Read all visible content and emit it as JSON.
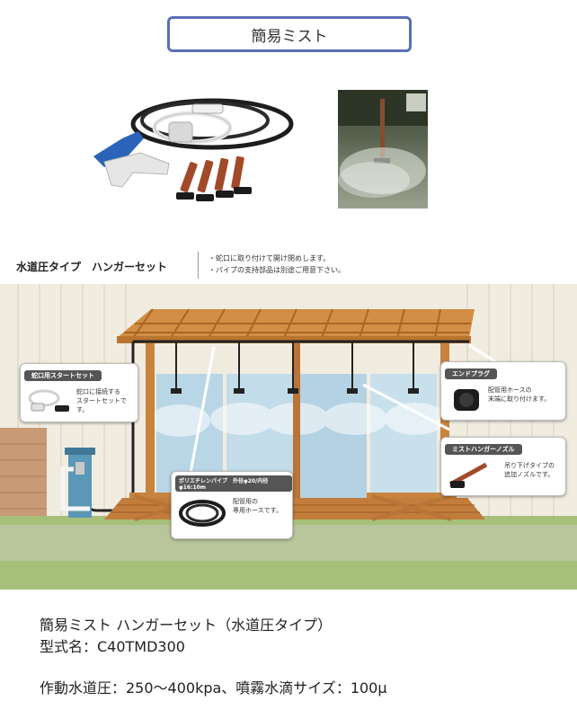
{
  "header": {
    "title": "簡易ミスト"
  },
  "type_section": {
    "title": "水道圧タイプ　ハンガーセット",
    "notes": [
      "・蛇口に取り付けて開け閉めします。",
      "・パイプの支持部品は別途ご用意下さい。"
    ]
  },
  "callouts": {
    "start_set": {
      "heading": "蛇口用スタートセット",
      "text": [
        "蛇口に接続する",
        "スタートセットです。"
      ]
    },
    "end_plug": {
      "heading": "エンドプラグ",
      "text": [
        "配管用ホースの",
        "末端に取り付けます。"
      ]
    },
    "hanger_nozzle": {
      "heading": "ミストハンガーノズル",
      "text": [
        "吊り下げタイプの",
        "追加ノズルです。"
      ]
    },
    "pipe": {
      "heading": "ポリエチレンパイプ　外径φ20/内径φ16:10m",
      "text": [
        "配管用の",
        "専用ホースです。"
      ]
    }
  },
  "product": {
    "name_line": "簡易ミスト ハンガーセット（水道圧タイプ）",
    "model_line": "型式名：C40TMD300",
    "spec_line": "作動水道圧：250～400kpa、噴霧水滴サイズ：100μ"
  }
}
